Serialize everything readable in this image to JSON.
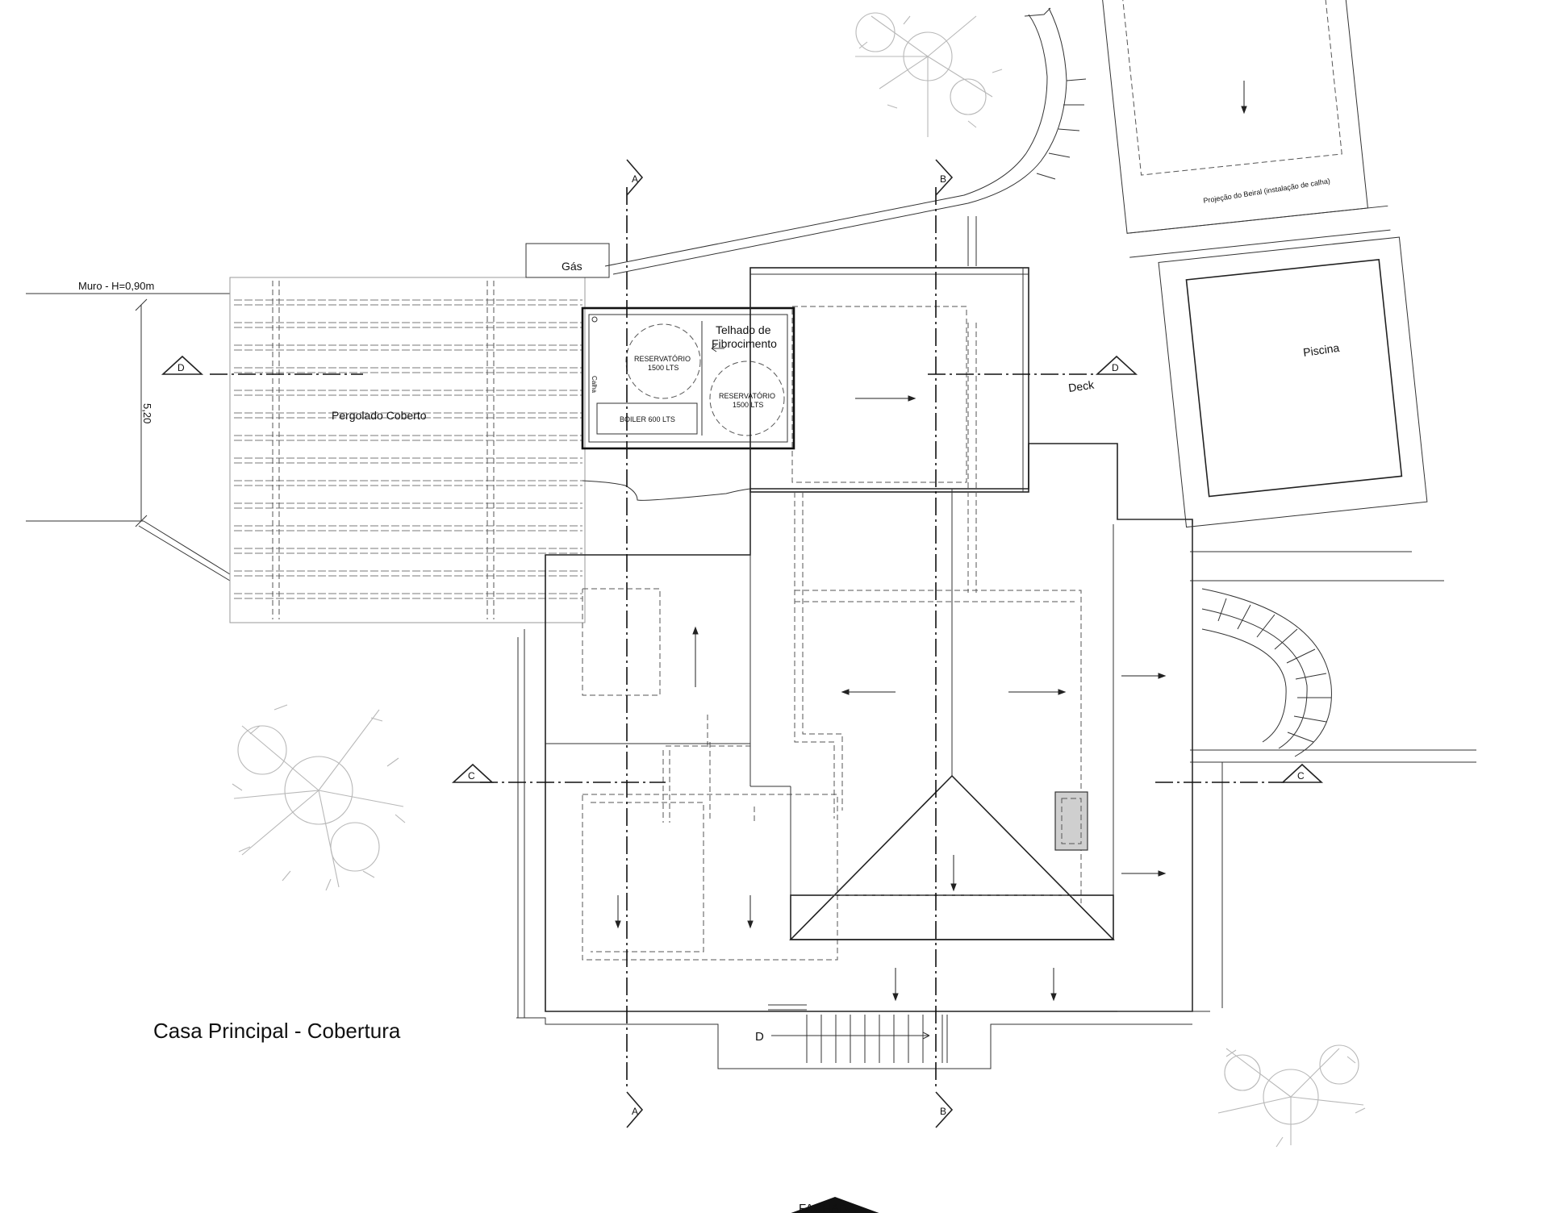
{
  "drawing": {
    "title": "Casa Principal - Cobertura",
    "facade_label": "FACHADA",
    "labels": {
      "gas": "Gás",
      "wall": "Muro - H=0,90m",
      "dimension": "5,20",
      "pergola": "Pergolado Coberto",
      "roof_material_line1": "Telhado de",
      "roof_material_line2": "Fibrocimento",
      "reservoir_1": "RESERVATÓRIO",
      "reservoir_1_capacity": "1500 LTS",
      "reservoir_2": "RESERVATÓRIO",
      "reservoir_2_capacity": "1500 LTS",
      "boiler": "BOILER 600 LTS",
      "gutter": "Calha",
      "deck": "Deck",
      "pool": "Piscina",
      "eave_projection": "Projeção do Beiral (instalação de calha)",
      "stair_down": "D"
    },
    "section_markers": {
      "a_top": "A",
      "a_bottom": "A",
      "b_top": "B",
      "b_bottom": "B",
      "c_left": "C",
      "c_right": "C",
      "d_left": "D",
      "d_right": "D"
    },
    "colors": {
      "line": "#222222",
      "roof_fill": "#f7f7f7",
      "skylight_fill": "#cfcfcf",
      "tree": "#b8b8b8"
    }
  }
}
